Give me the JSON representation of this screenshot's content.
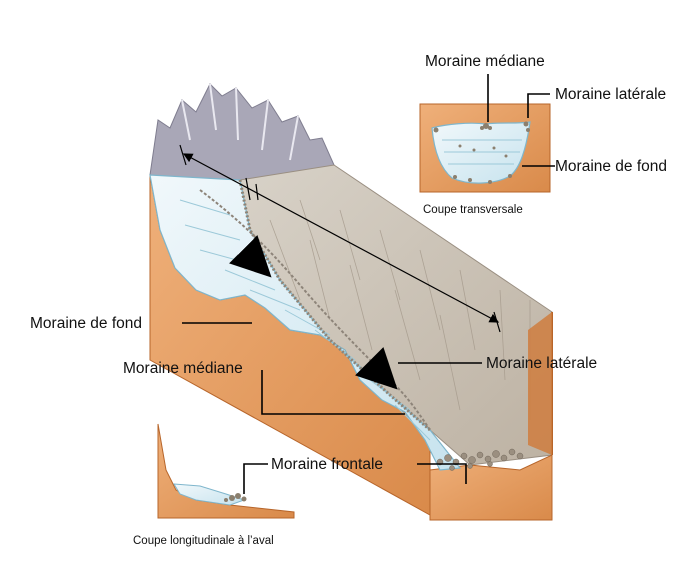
{
  "labels": {
    "moraine_mediane_top": "Moraine médiane",
    "moraine_laterale_top": "Moraine latérale",
    "moraine_de_fond_top": "Moraine de fond",
    "coupe_transversale": "Coupe transversale",
    "moraine_de_fond_main": "Moraine de fond",
    "moraine_mediane_main": "Moraine médiane",
    "moraine_laterale_main": "Moraine latérale",
    "moraine_frontale": "Moraine frontale",
    "coupe_longitudinale": "Coupe longitudinale à l’aval"
  },
  "colors": {
    "earth": "#e29a5c",
    "earth_dark": "#c9733a",
    "ice": "#d9eef5",
    "ice_edge": "#8fc3d6",
    "rock_grey": "#b9b3ab",
    "mountain": "#a9a6b8",
    "debris": "#9b8f80"
  }
}
